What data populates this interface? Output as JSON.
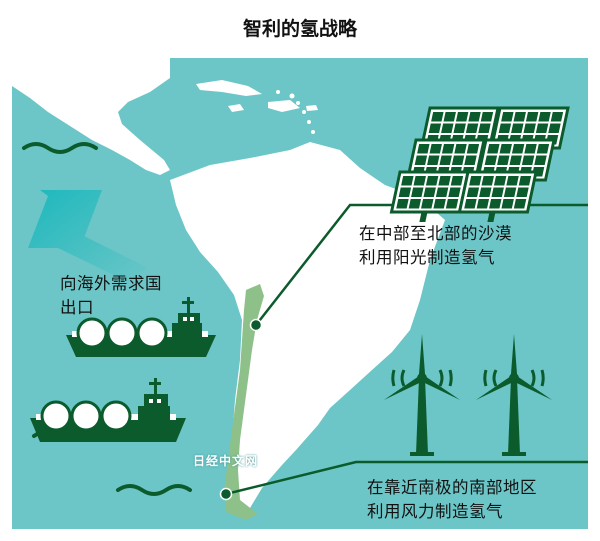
{
  "title": "智利的氢战略",
  "labels": {
    "export_line1": "向海外需求国",
    "export_line2": "出口",
    "solar_line1": "在中部至北部的沙漠",
    "solar_line2": "利用阳光制造氢气",
    "wind_line1": "在靠近南极的南部地区",
    "wind_line2": "利用风力制造氢气"
  },
  "watermark": "日经中文网",
  "colors": {
    "sea": "#6cc6c7",
    "land": "#ffffff",
    "chile": "#8ec08a",
    "accent": "#0b5b2c",
    "arrow": "#1cb8bd"
  }
}
